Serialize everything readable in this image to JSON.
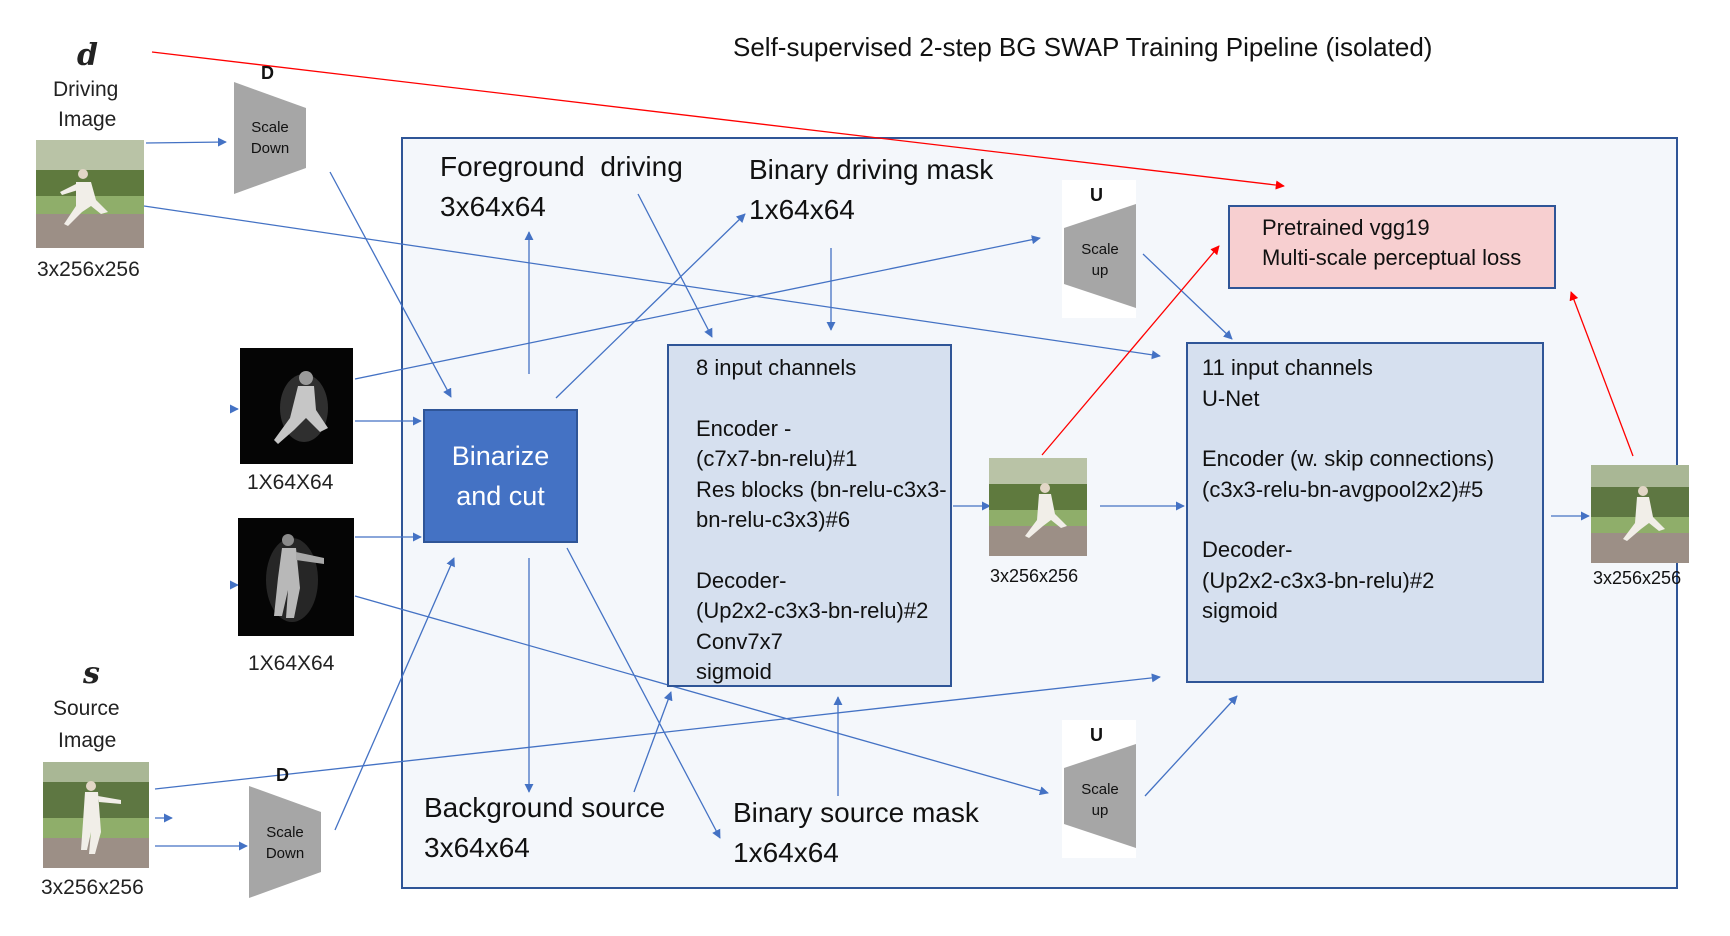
{
  "title": "Self-supervised 2-step BG SWAP Training Pipeline (isolated)",
  "inputs": {
    "driving": {
      "symbol": "d",
      "line1": "Driving",
      "line2": "Image",
      "size": "3x256x256"
    },
    "source": {
      "symbol": "s",
      "line1": "Source",
      "line2": "Image",
      "size": "3x256x256"
    }
  },
  "masks": {
    "top_size": "1X64X64",
    "bottom_size": "1X64X64"
  },
  "scalers": {
    "down_top": {
      "letter": "D",
      "line1": "Scale",
      "line2": "Down"
    },
    "down_bottom": {
      "letter": "D",
      "line1": "Scale",
      "line2": "Down"
    },
    "up_top": {
      "letter": "U",
      "line1": "Scale",
      "line2": "up"
    },
    "up_bottom": {
      "letter": "U",
      "line1": "Scale",
      "line2": "up"
    }
  },
  "binarize": {
    "line1": "Binarize",
    "line2": "and cut"
  },
  "outputs": {
    "fg_driving": {
      "line1": "Foreground  driving",
      "line2": "3x64x64"
    },
    "bin_driving_mask": {
      "line1": "Binary driving mask",
      "line2": "1x64x64"
    },
    "bg_source": {
      "line1": "Background source",
      "line2": "3x64x64"
    },
    "bin_source_mask": {
      "line1": "Binary source mask",
      "line2": "1x64x64"
    }
  },
  "net1": {
    "lines": [
      "8 input channels",
      "",
      "Encoder -",
      "(c7x7-bn-relu)#1",
      "Res blocks (bn-relu-c3x3-",
      "bn-relu-c3x3)#6",
      "",
      "Decoder-",
      "(Up2x2-c3x3-bn-relu)#2",
      "Conv7x7",
      "sigmoid"
    ]
  },
  "net2": {
    "lines": [
      "11 input channels",
      "U-Net",
      "",
      "Encoder (w. skip connections)",
      "(c3x3-relu-bn-avgpool2x2)#5",
      "",
      "Decoder-",
      "(Up2x2-c3x3-bn-relu)#2",
      "sigmoid"
    ]
  },
  "mid_image_size": "3x256x256",
  "final_image_size": "3x256x256",
  "vgg": {
    "line1": "Pretrained vgg19",
    "line2": "Multi-scale perceptual loss"
  },
  "colors": {
    "flow": "#4472c4",
    "loss": "#ff0000",
    "panel_border": "#2f5597",
    "binarize_fill": "#4472c4",
    "net_fill": "#d6e0ef",
    "vgg_fill": "#f7cfd0",
    "scaler_fill": "#a6a6a6"
  }
}
